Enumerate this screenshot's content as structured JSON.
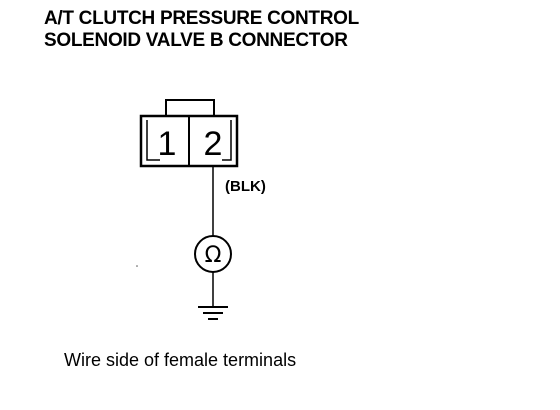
{
  "title": {
    "line1": "A/T CLUTCH PRESSURE CONTROL",
    "line2": "SOLENOID VALVE B CONNECTOR"
  },
  "connector": {
    "terminals": [
      "1",
      "2"
    ]
  },
  "wire": {
    "color_label": "(BLK)"
  },
  "meter": {
    "symbol": "Ω"
  },
  "caption": "Wire side of female terminals"
}
